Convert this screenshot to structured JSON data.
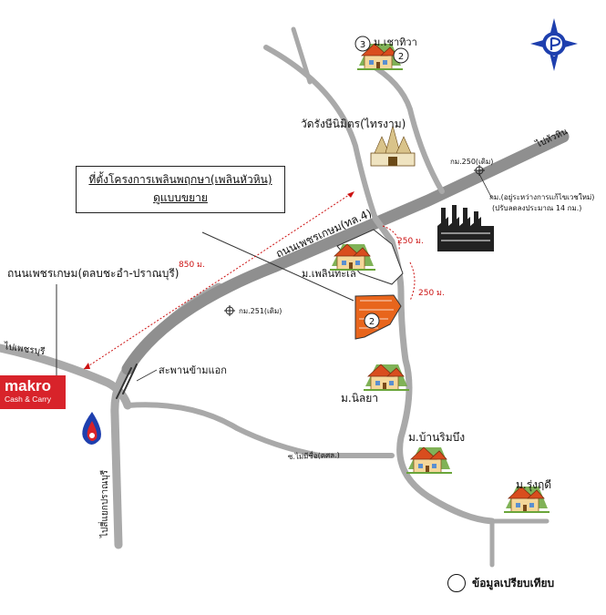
{
  "map": {
    "project_box": {
      "line1": "ที่ตั้งโครงการเพลินพฤกษา(เพลินหัวหิน)",
      "line2": "ดูแบบขยาย"
    },
    "roads": {
      "main_highway": "ถนนเพชรเกษม(ทล.4)",
      "bypass": "ถนนเพชรเกษม(ตลบชะอำ-ปราณบุรี)",
      "to_phetchaburi": "ไปเพชรบุรี",
      "to_huahin": "ไปหัวหิน",
      "to_pranburi": "ไปสี่แยกปราณบุรี",
      "local_road": "ซ.ไม่มีชื่อ(คศล.)"
    },
    "places": {
      "temple": "วัดรังษีนิมิตร(ไทรงาม)",
      "bridge": "สะพานข้ามแอก",
      "village_chao_thiwa": "ม.เชาทิวา",
      "village_ploen_thale": "ม.เพลินทะเล",
      "village_nilaya": "ม.นิลยา",
      "village_ban_rim_bueng": "ม.บ้านริมบึง",
      "village_rungruedee": "ม.รุ่งฤดี"
    },
    "markers": {
      "km250": "กม.250(เดิม)",
      "km251": "กม.251(เดิม)",
      "km_note_line1": "กม.(อยู่ระหว่างการแก้ไขเวชใหม่)",
      "km_note_line2": "(ปรับลดลงประมาณ 14 กม.)"
    },
    "distances": {
      "d850": "850 ม.",
      "d250a": "250 ม.",
      "d250b": "250 ม."
    },
    "badges": {
      "three": "3",
      "two_top": "2",
      "two_site": "2"
    },
    "logo": {
      "name": "makro",
      "sub": "Cash & Carry"
    },
    "legend": {
      "text": "ข้อมูลเปรียบเทียบ"
    },
    "colors": {
      "road": "#a9a9a9",
      "highway": "#8f8f8f",
      "site_fill": "#e8651c",
      "distance_line": "#cc1111",
      "makro_red": "#d8232a",
      "compass_blue": "#1e3fae",
      "house_roof": "#d94d1e",
      "house_wall": "#f4d79a",
      "tree_green": "#6aa53a"
    },
    "icons": [
      "compass-icon",
      "temple-icon",
      "factory-icon",
      "house-icon",
      "ptt-gas-station-icon",
      "km-marker-icon"
    ]
  }
}
